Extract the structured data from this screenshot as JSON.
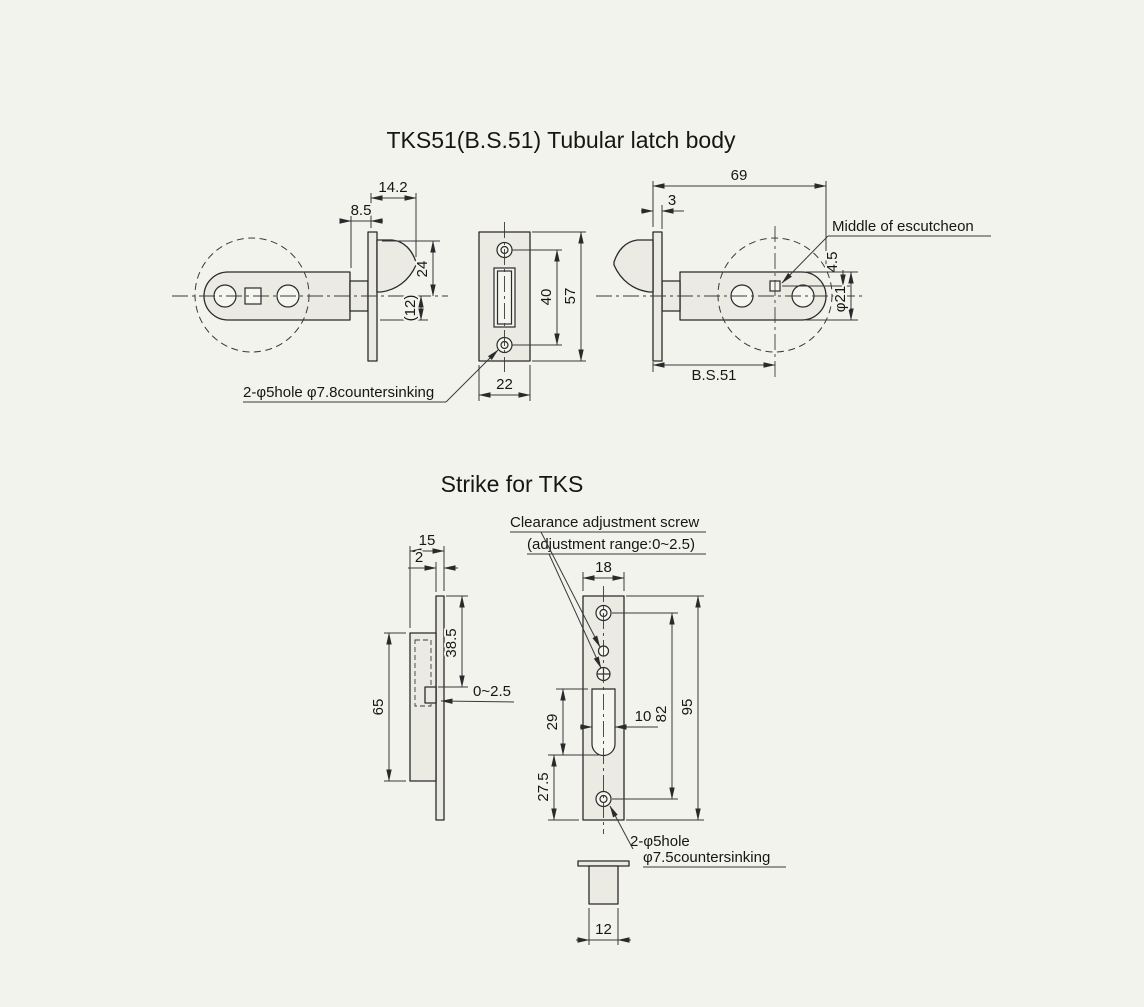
{
  "page": {
    "background_color": "#f3f3ee",
    "line_color": "#2a2a2a"
  },
  "latch": {
    "title": "TKS51(B.S.51) Tubular latch body",
    "dims": {
      "projection": "14.2",
      "step": "8.5",
      "bolt_top": "24",
      "bolt_bottom": "(12)",
      "hole_spacing": "40",
      "plate_height": "57",
      "plate_width": "22",
      "body_length": "69",
      "plate_thickness": "3",
      "escutcheon_offset": "4.5",
      "body_diameter": "φ21",
      "backset": "B.S.51"
    },
    "labels": {
      "countersink": "2-φ5hole φ7.8countersinking",
      "escutcheon": "Middle of escutcheon"
    }
  },
  "strike": {
    "title": "Strike for TKS",
    "dims": {
      "depth": "15",
      "plate_thickness": "2",
      "screw_offset": "38.5",
      "adjust_range": "0~2.5",
      "box_height": "65",
      "plate_width": "18",
      "slot_height": "29",
      "slot_width": "10",
      "hole_spacing": "82",
      "plate_height": "95",
      "bottom_margin": "27.5",
      "socket_width": "12"
    },
    "labels": {
      "screw_line1": "Clearance adjustment screw",
      "screw_line2": "(adjustment range:0~2.5)",
      "countersink_line1": "2-φ5hole",
      "countersink_line2": "φ7.5countersinking"
    }
  }
}
